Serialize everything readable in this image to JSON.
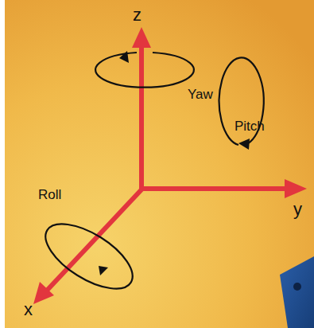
{
  "diagram": {
    "labels": [
      "z",
      "Yaw",
      "Pitch",
      "y",
      "Roll",
      "x"
    ]
  }
}
